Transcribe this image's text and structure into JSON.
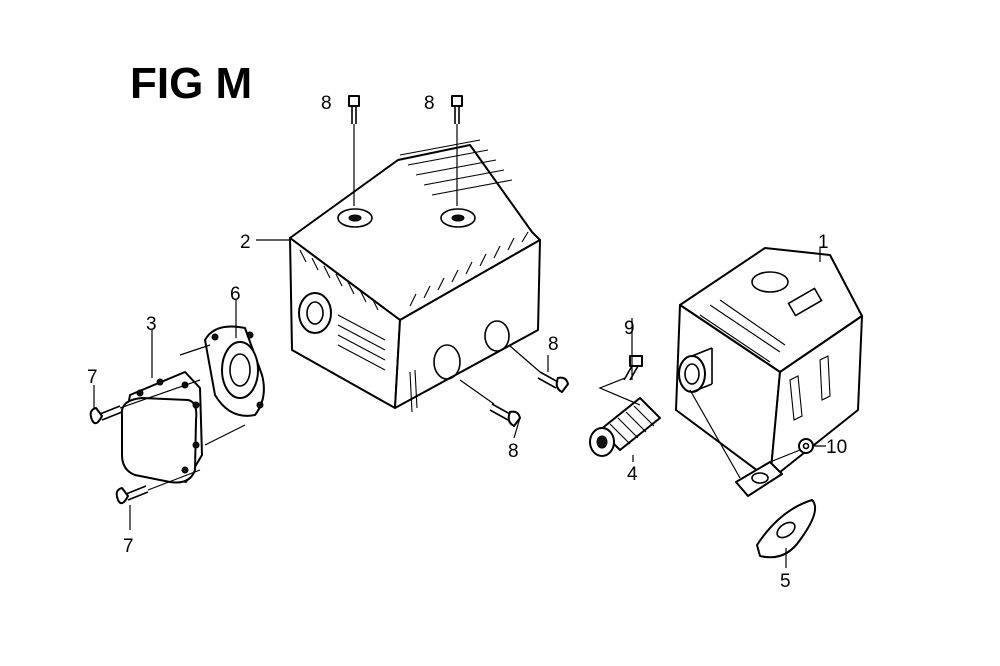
{
  "figure": {
    "title": "FIG M"
  },
  "callouts": {
    "c1": "1",
    "c2": "2",
    "c3": "3",
    "c4": "4",
    "c5": "5",
    "c6": "6",
    "c7a": "7",
    "c7b": "7",
    "c8a": "8",
    "c8b": "8",
    "c8c": "8",
    "c8d": "8",
    "c9": "9",
    "c10": "10"
  }
}
